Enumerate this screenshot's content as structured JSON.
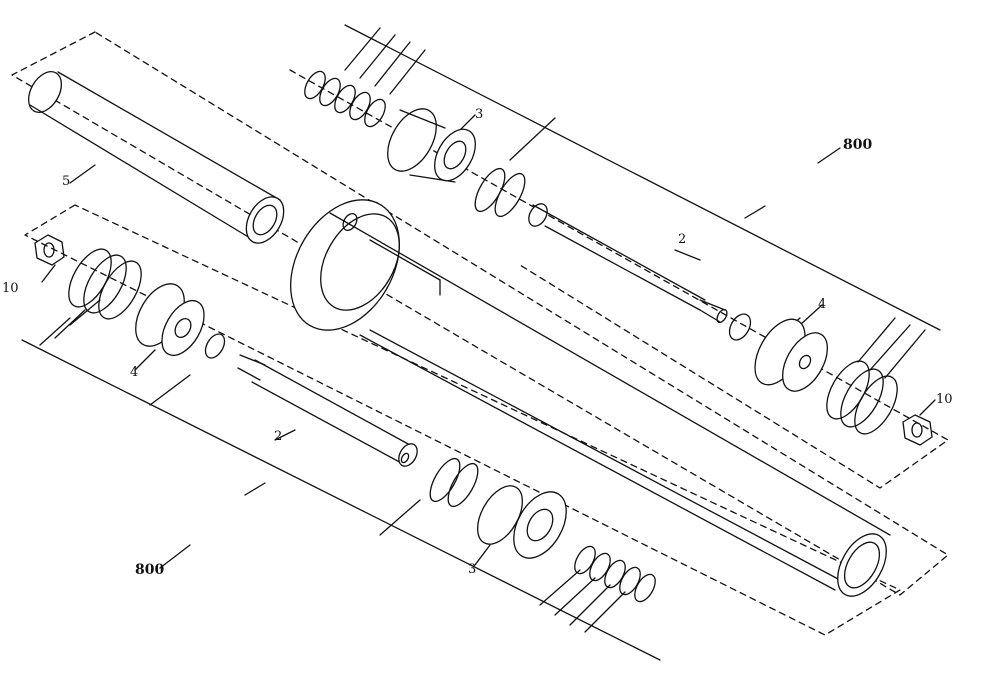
{
  "callouts": {
    "kit_top": "800",
    "kit_bottom": "800",
    "tube": "5",
    "rod_upper": "2",
    "rod_lower": "2",
    "gland_upper": "3",
    "gland_lower": "3",
    "piston_upper": "4",
    "piston_lower": "4",
    "nut_left": "10",
    "nut_right": "10"
  },
  "colors": {
    "ink": "#111111",
    "paper": "#ffffff"
  }
}
